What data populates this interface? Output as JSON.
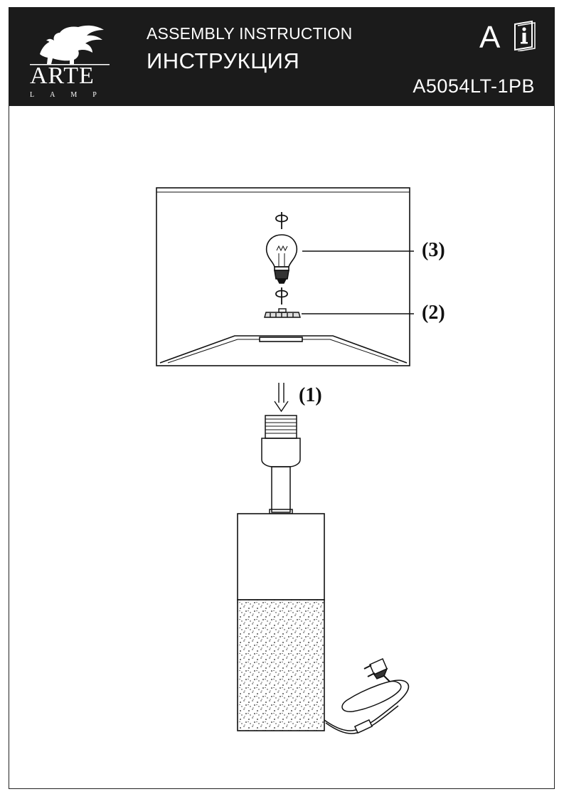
{
  "header": {
    "brand": "ARTE",
    "brand_sub": "LAMP",
    "title_en": "ASSEMBLY INSTRUCTION",
    "title_ru": "ИНСТРУКЦИЯ",
    "language_mark": "A",
    "model": "A5054LT-1PB",
    "info_icon": "info-book-icon",
    "logo_icon": "winged-lion-logo"
  },
  "callouts": {
    "step1": "(1)",
    "step2": "(2)",
    "step3": "(3)"
  },
  "colors": {
    "header_bg": "#1b1b1b",
    "line": "#111111"
  }
}
